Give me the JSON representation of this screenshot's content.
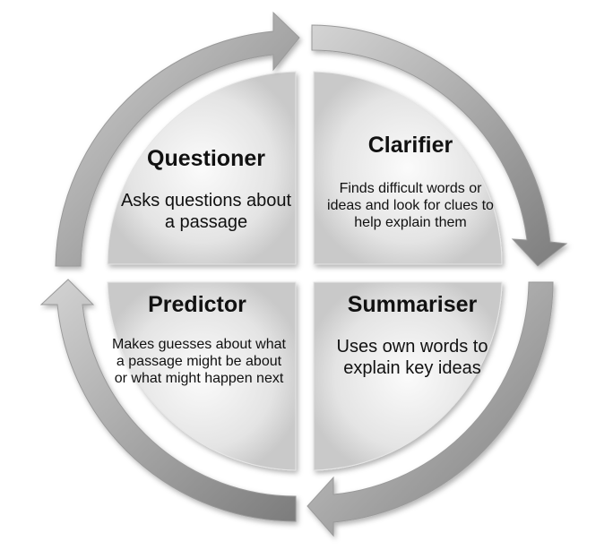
{
  "quadrants": {
    "questioner": {
      "title": "Questioner",
      "description": "Asks questions about a passage"
    },
    "clarifier": {
      "title": "Clarifier",
      "description": "Finds difficult words or ideas and look for clues to help explain them"
    },
    "predictor": {
      "title": "Predictor",
      "description": "Makes guesses about what a passage might be about or what might happen next"
    },
    "summariser": {
      "title": "Summariser",
      "description": "Uses own words to explain key ideas"
    }
  },
  "colors": {
    "arrow_light": "#c8c8c8",
    "arrow_dark": "#7c7c7c",
    "quadrant_light": "#fbfbfb",
    "quadrant_dark": "#c9c9c9",
    "text": "#111111"
  }
}
